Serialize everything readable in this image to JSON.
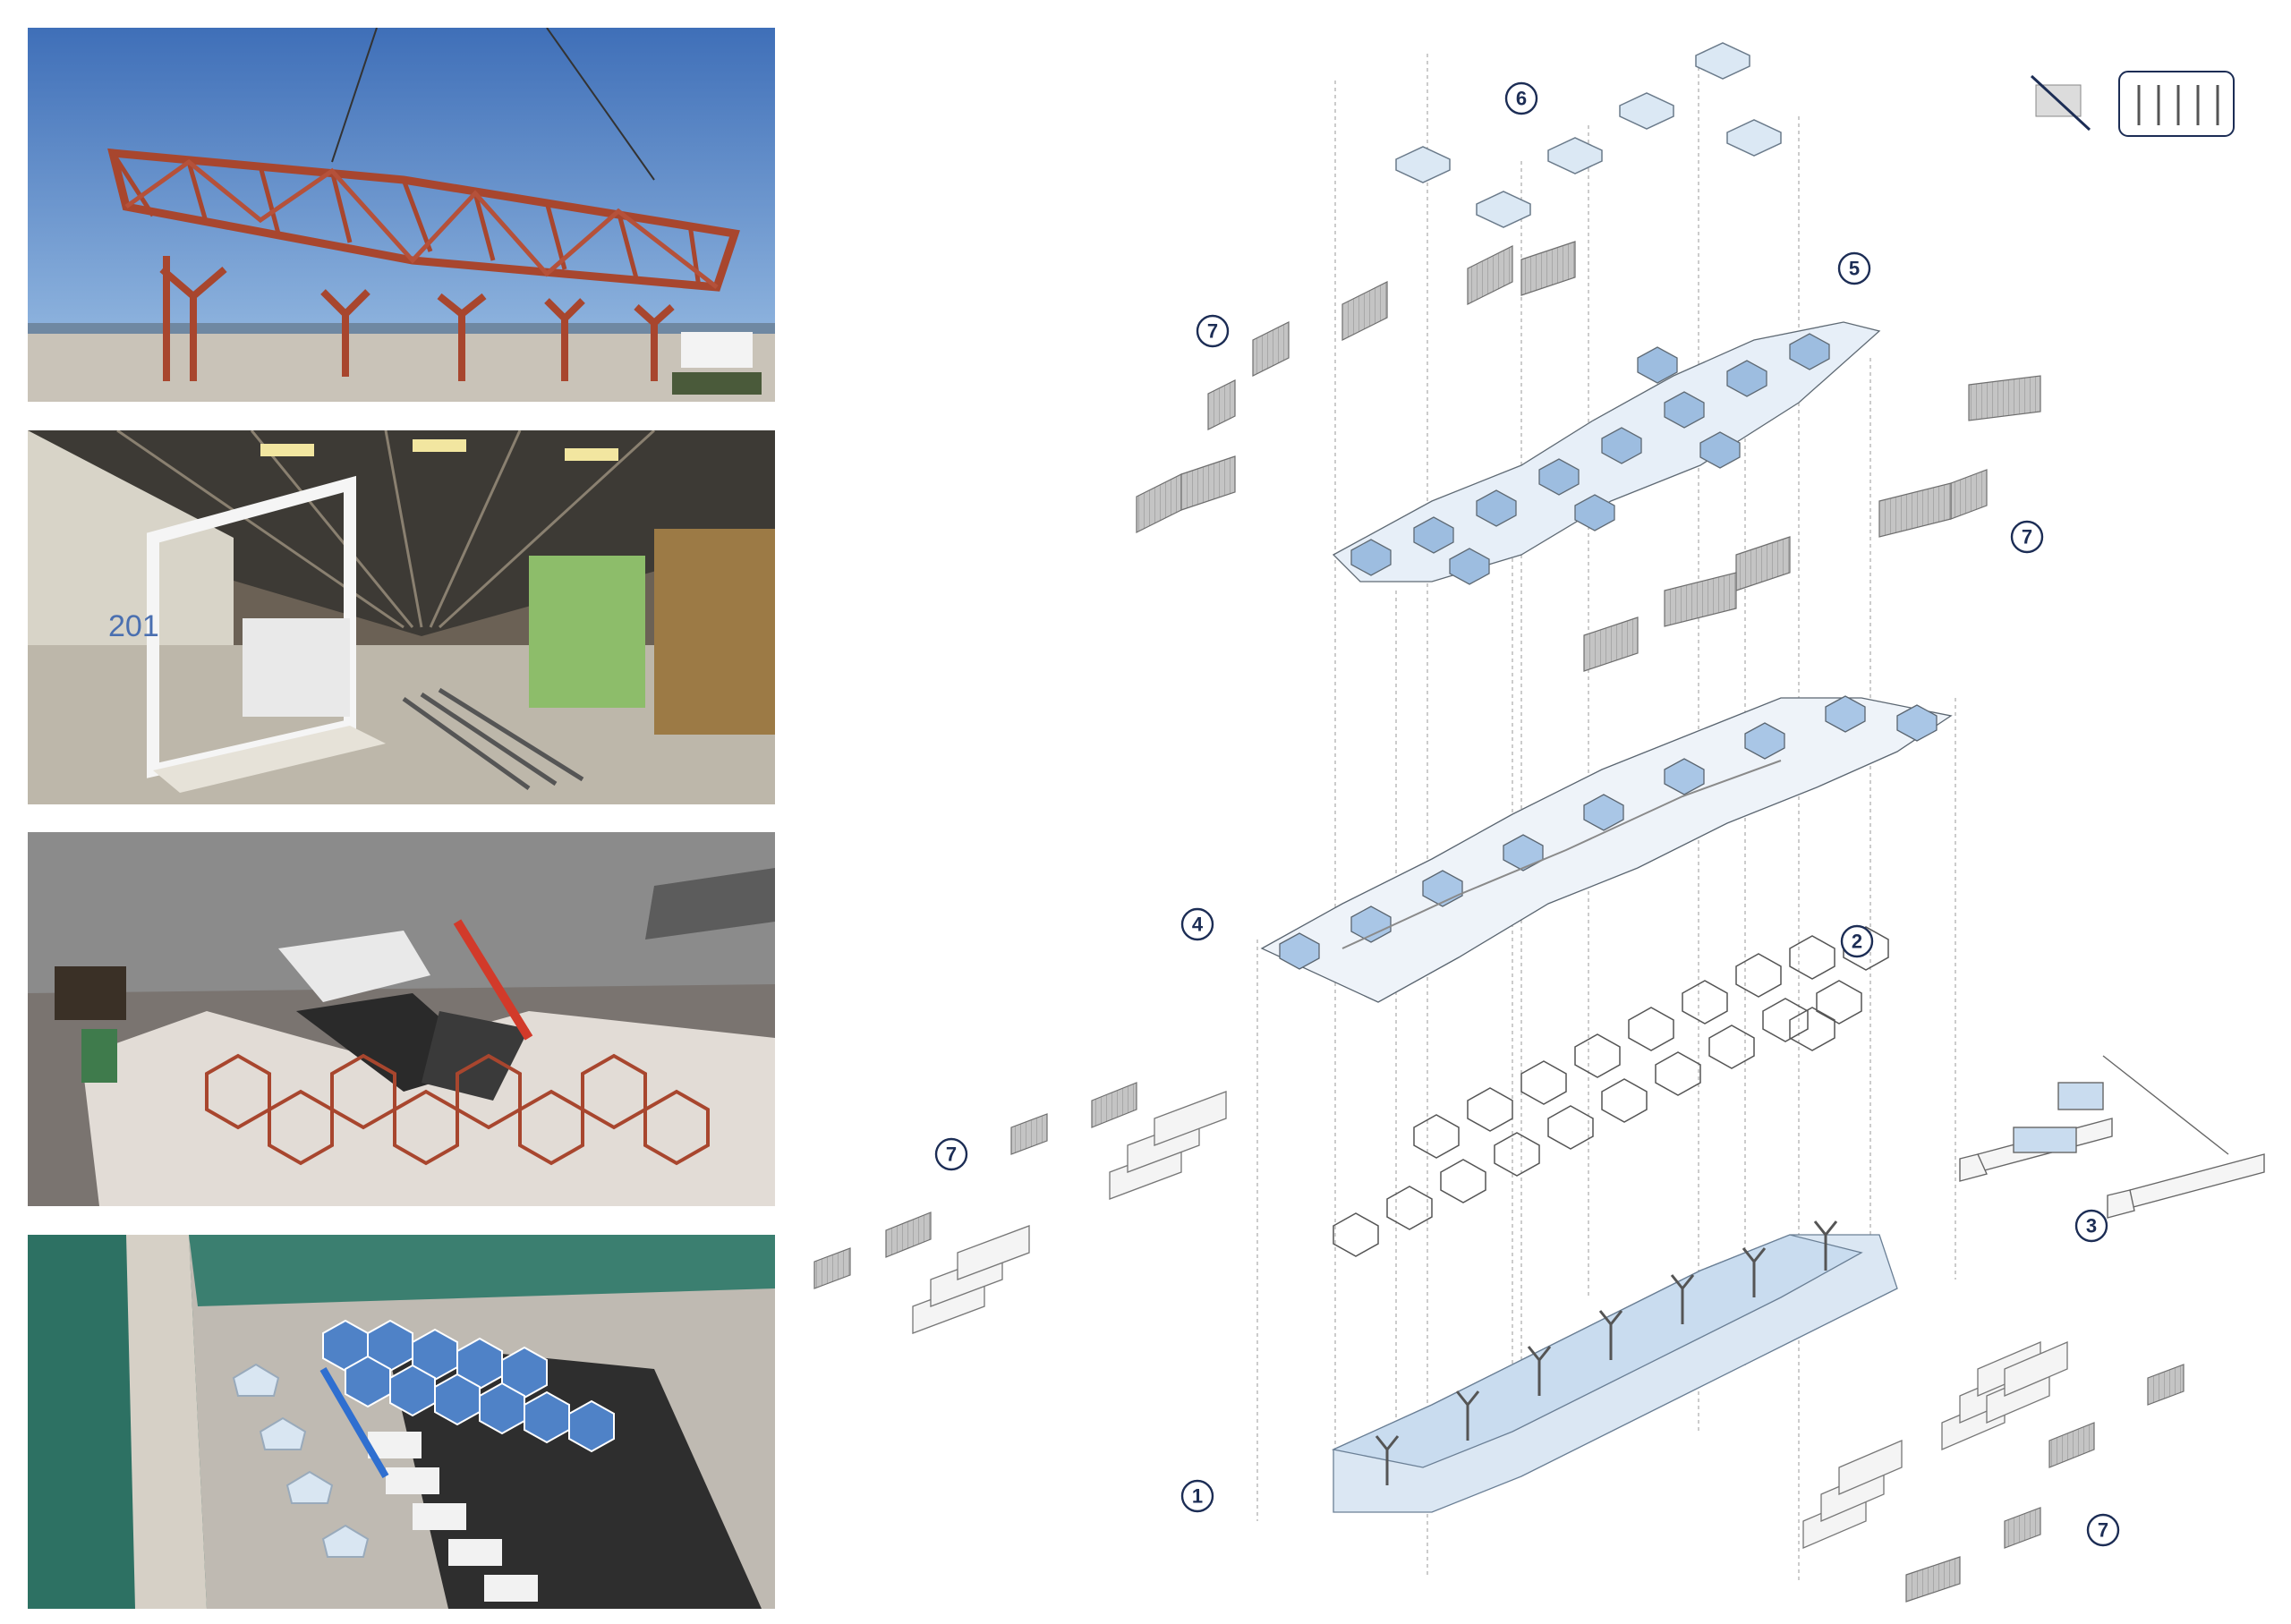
{
  "photos": [
    {
      "subject": "red steel canopy frame lifted by crane at port"
    },
    {
      "subject": "modular container frames in factory hall"
    },
    {
      "subject": "aerial view of canopy installation with crane"
    },
    {
      "subject": "aerial view of finished terminal on pier"
    }
  ],
  "step_labels": [
    "1",
    "2",
    "3",
    "4",
    "5",
    "6",
    "7",
    "7",
    "7",
    "7"
  ],
  "icons": [
    "no-masonry-icon",
    "dry-construction-tools-icon"
  ],
  "colors": {
    "navy": "#1c2d55",
    "light_blue": "#c9dcef",
    "mid_blue": "#8fb3d9",
    "pale_blue": "#e3eef8",
    "line_gray": "#7a7a7a",
    "wall_gray": "#b9b9b9",
    "rust": "#a8462e"
  }
}
